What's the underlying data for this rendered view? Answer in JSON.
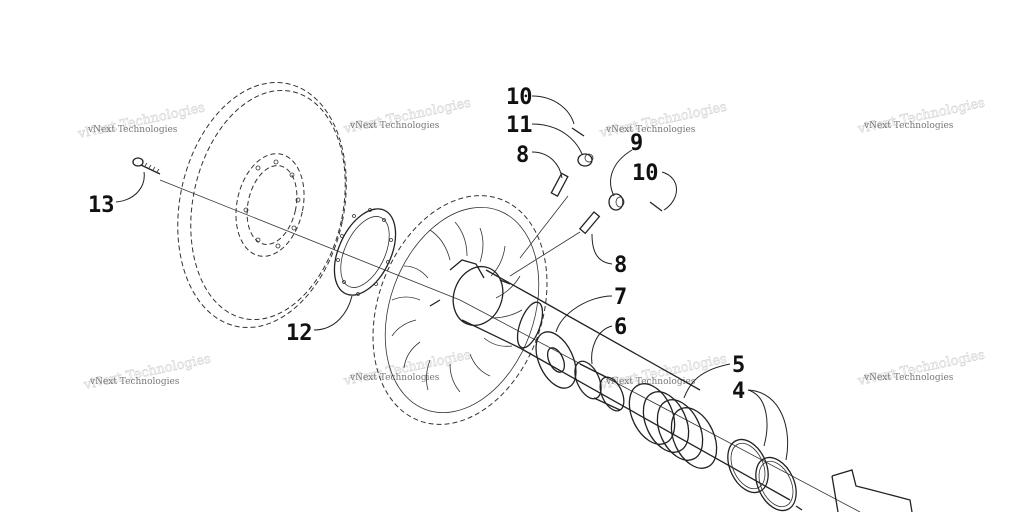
{
  "callouts": {
    "c10a": "10",
    "c11": "11",
    "c8a": "8",
    "c9": "9",
    "c10b": "10",
    "c13": "13",
    "c8b": "8",
    "c7": "7",
    "c6": "6",
    "c12": "12",
    "c5": "5",
    "c4": "4"
  },
  "watermark": {
    "text": "vNext Technologies"
  }
}
